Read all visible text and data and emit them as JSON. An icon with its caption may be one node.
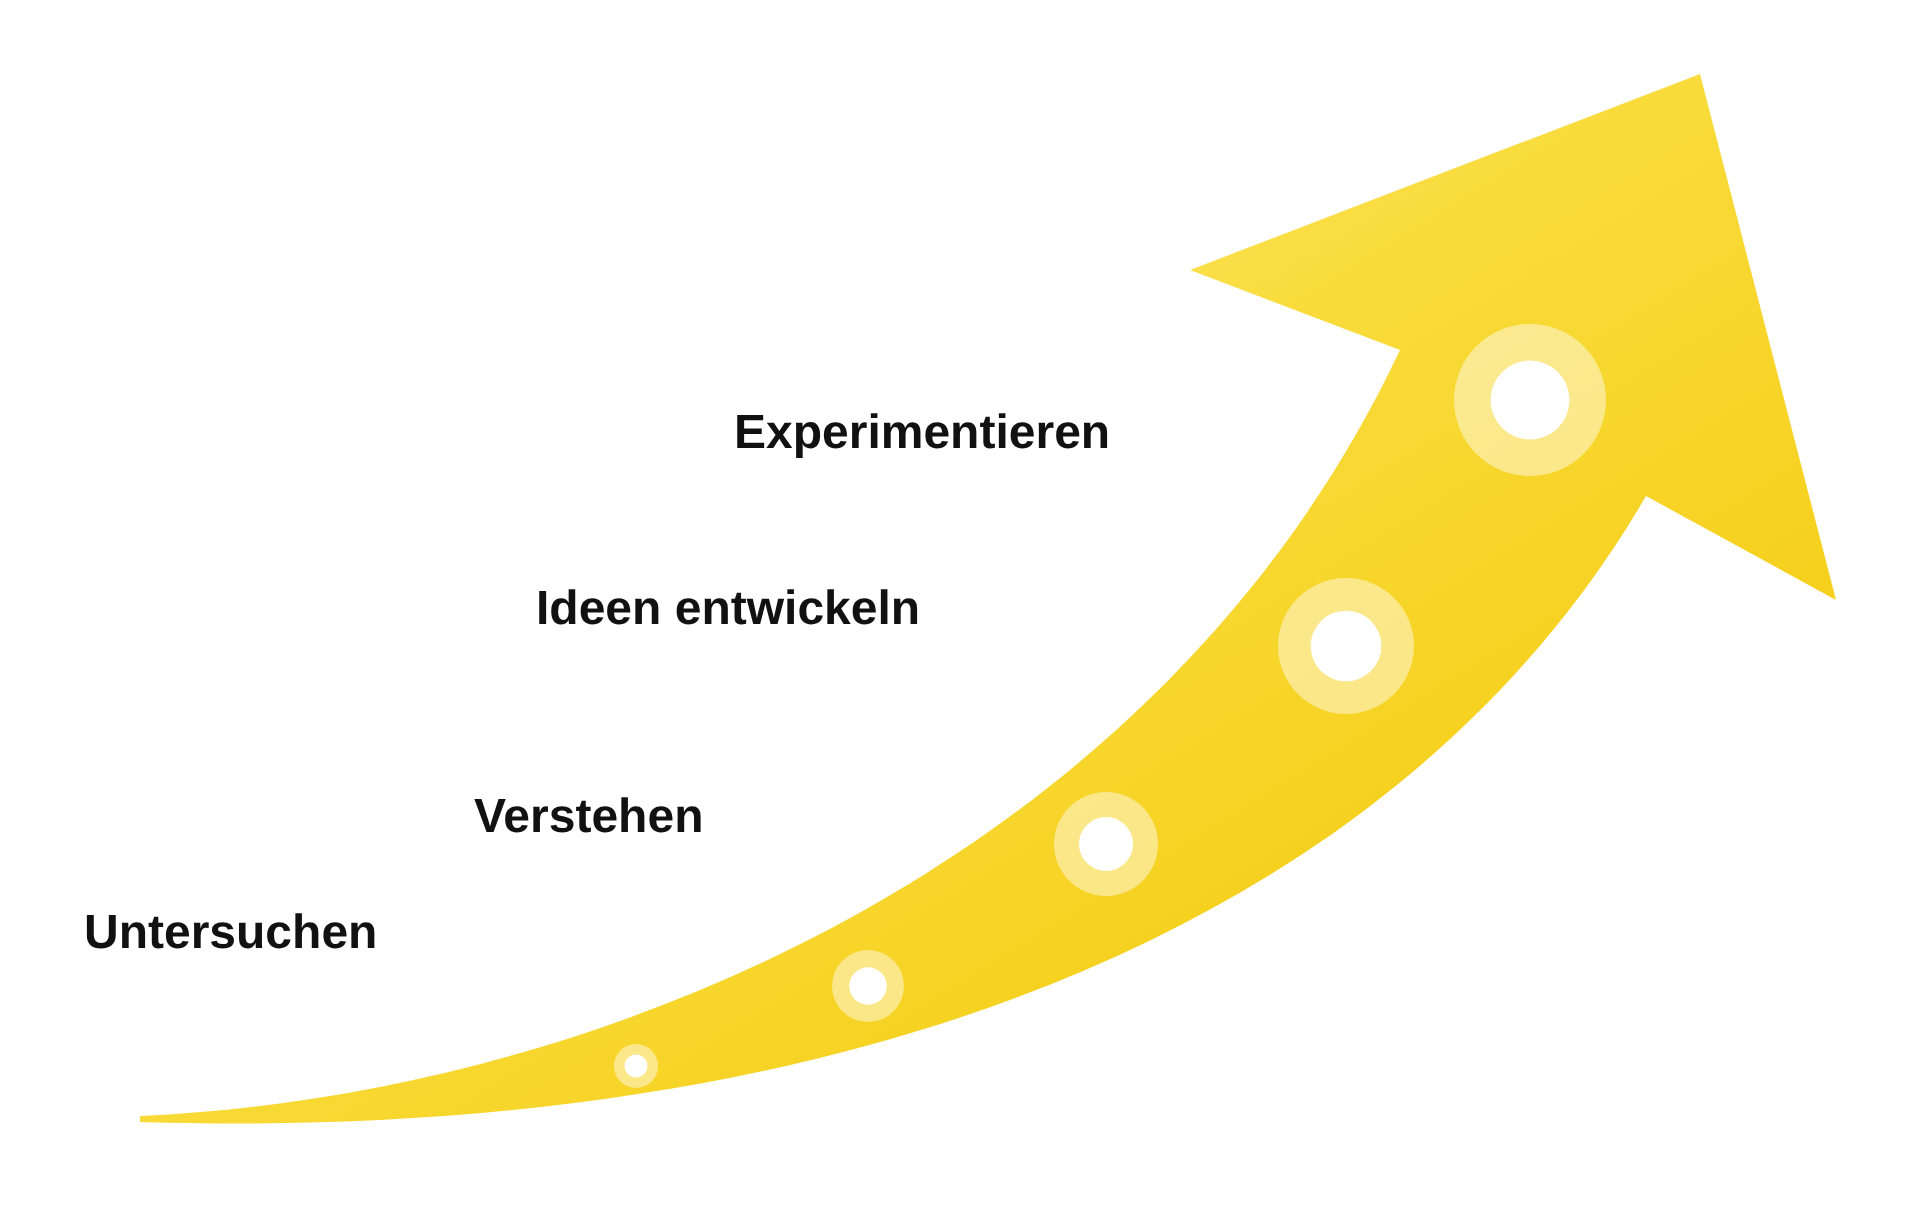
{
  "diagram": {
    "labels": [
      "Experimentieren",
      "Ideen entwickeln",
      "Verstehen",
      "Untersuchen"
    ]
  }
}
